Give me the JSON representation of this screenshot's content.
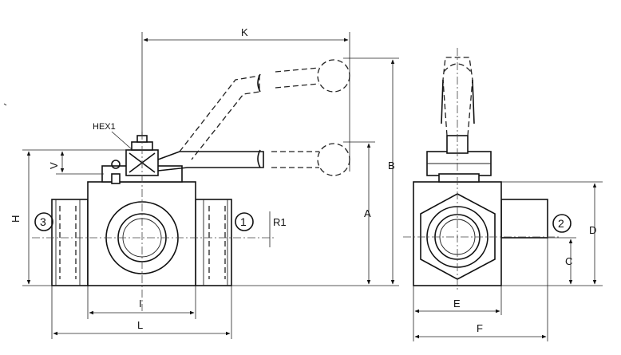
{
  "labels": {
    "K": "K",
    "B": "B",
    "A": "A",
    "H": "H",
    "V": "V",
    "HEX1": "HEX1",
    "R1": "R1",
    "I": "I",
    "L": "L",
    "D": "D",
    "C": "C",
    "E": "E",
    "F": "F"
  },
  "ports": {
    "port1": "1",
    "port2": "2",
    "port3": "3"
  }
}
